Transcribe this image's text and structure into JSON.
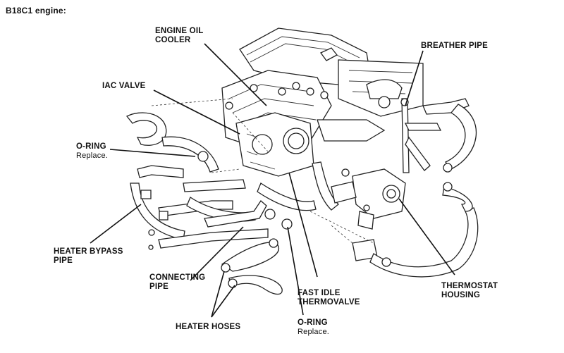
{
  "title": "B18C1 engine:",
  "labels": {
    "engine_oil_cooler_1": "ENGINE OIL",
    "engine_oil_cooler_2": "COOLER",
    "breather_pipe": "BREATHER PIPE",
    "iac_valve": "IAC VALVE",
    "o_ring_top": "O-RING",
    "o_ring_top_note": "Replace.",
    "heater_bypass_1": "HEATER BYPASS",
    "heater_bypass_2": "PIPE",
    "connecting_1": "CONNECTING",
    "connecting_2": "PIPE",
    "heater_hoses": "HEATER HOSES",
    "fast_idle_1": "FAST IDLE",
    "fast_idle_2": "THERMOVALVE",
    "o_ring_bottom": "O-RING",
    "o_ring_bottom_note": "Replace.",
    "thermostat_1": "THERMOSTAT",
    "thermostat_2": "HOUSING"
  }
}
